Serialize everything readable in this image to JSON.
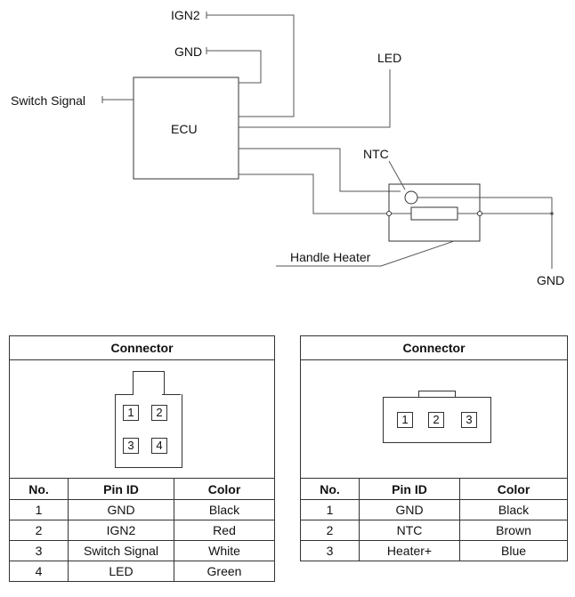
{
  "diagram": {
    "labels": {
      "ign2": "IGN2",
      "gnd_top": "GND",
      "led": "LED",
      "switch_signal": "Switch Signal",
      "ecu": "ECU",
      "ntc": "NTC",
      "handle_heater": "Handle Heater",
      "gnd_bottom": "GND"
    }
  },
  "connector_a": {
    "title": "Connector",
    "pins": [
      "1",
      "2",
      "3",
      "4"
    ],
    "headers": [
      "No.",
      "Pin ID",
      "Color"
    ],
    "rows": [
      [
        "1",
        "GND",
        "Black"
      ],
      [
        "2",
        "IGN2",
        "Red"
      ],
      [
        "3",
        "Switch Signal",
        "White"
      ],
      [
        "4",
        "LED",
        "Green"
      ]
    ]
  },
  "connector_b": {
    "title": "Connector",
    "pins": [
      "1",
      "2",
      "3"
    ],
    "headers": [
      "No.",
      "Pin ID",
      "Color"
    ],
    "rows": [
      [
        "1",
        "GND",
        "Black"
      ],
      [
        "2",
        "NTC",
        "Brown"
      ],
      [
        "3",
        "Heater+",
        "Blue"
      ]
    ]
  }
}
